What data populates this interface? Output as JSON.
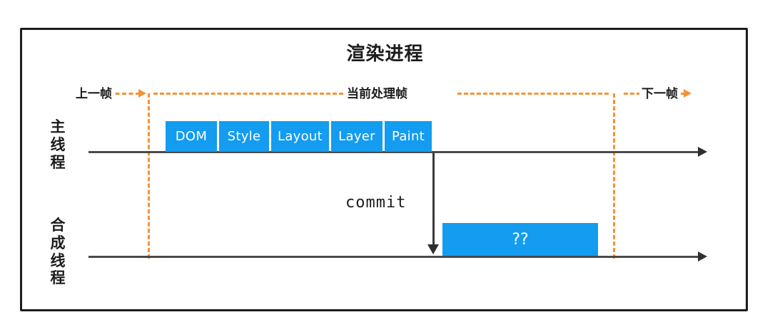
{
  "diagram": {
    "title": "渲染进程",
    "accent_blue": "#139CF0",
    "accent_orange": "#F79232",
    "axis_color": "#4a4a4a"
  },
  "frame_spans": {
    "previous": "上一帧",
    "current": "当前处理帧",
    "next": "下一帧"
  },
  "threads": {
    "main": {
      "label_chars": [
        "主",
        "线",
        "程"
      ],
      "stages": [
        {
          "label": "DOM"
        },
        {
          "label": "Style"
        },
        {
          "label": "Layout"
        },
        {
          "label": "Layer"
        },
        {
          "label": "Paint"
        }
      ]
    },
    "compositor": {
      "label_chars": [
        "合",
        "成",
        "线",
        "程"
      ],
      "work_box_label": "??"
    }
  },
  "connector": {
    "commit_label": "commit"
  }
}
